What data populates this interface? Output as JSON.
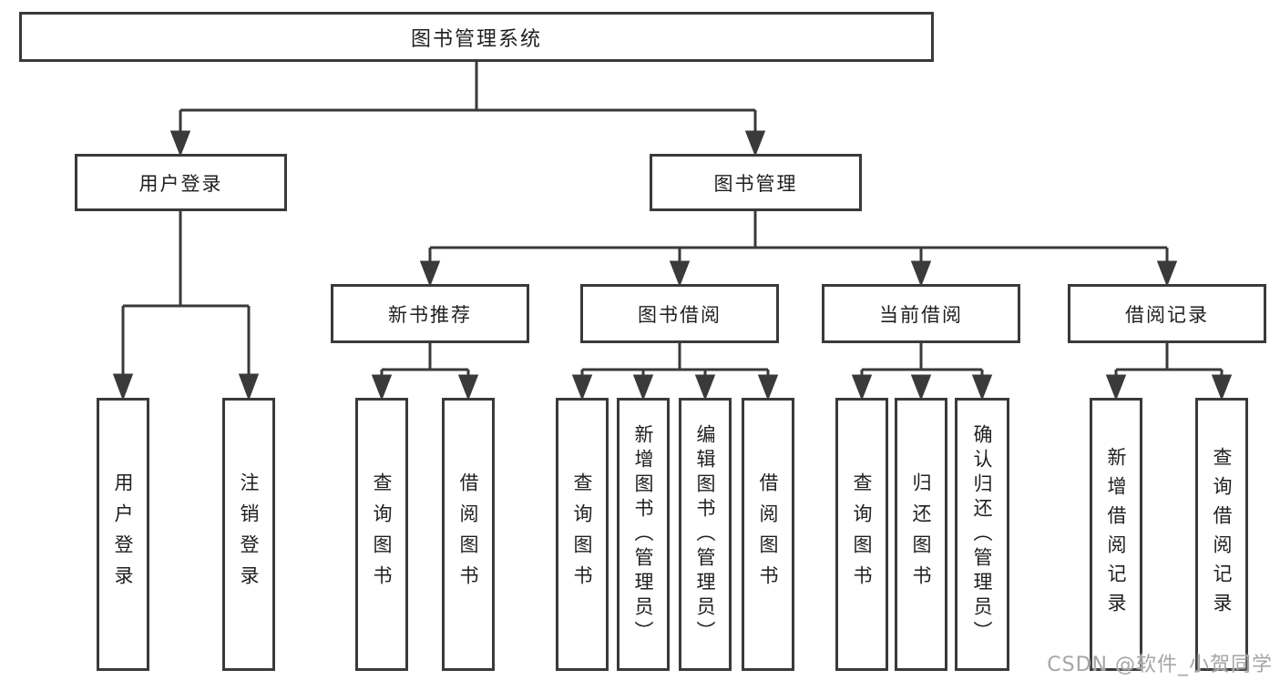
{
  "diagram": {
    "root": {
      "label": "图书管理系统"
    },
    "branches": [
      {
        "label": "用户登录",
        "children": [
          {
            "label": "用户登录"
          },
          {
            "label": "注销登录"
          }
        ]
      },
      {
        "label": "图书管理",
        "children": [
          {
            "label": "新书推荐",
            "children": [
              {
                "label": "查询图书"
              },
              {
                "label": "借阅图书"
              }
            ]
          },
          {
            "label": "图书借阅",
            "children": [
              {
                "label": "查询图书"
              },
              {
                "label": "新增图书（管理员）"
              },
              {
                "label": "编辑图书（管理员）"
              },
              {
                "label": "借阅图书"
              }
            ]
          },
          {
            "label": "当前借阅",
            "children": [
              {
                "label": "查询图书"
              },
              {
                "label": "归还图书"
              },
              {
                "label": "确认归还（管理员）"
              }
            ]
          },
          {
            "label": "借阅记录",
            "children": [
              {
                "label": "新增借阅记录"
              },
              {
                "label": "查询借阅记录"
              }
            ]
          }
        ]
      }
    ]
  },
  "watermark": {
    "text": "CSDN @软件_小贺同学"
  },
  "colors": {
    "line": "#3a3a3a",
    "text": "#1f1f1f",
    "box_fill": "#ffffff",
    "background": "#ffffff",
    "watermark": "#a5a5a5"
  }
}
